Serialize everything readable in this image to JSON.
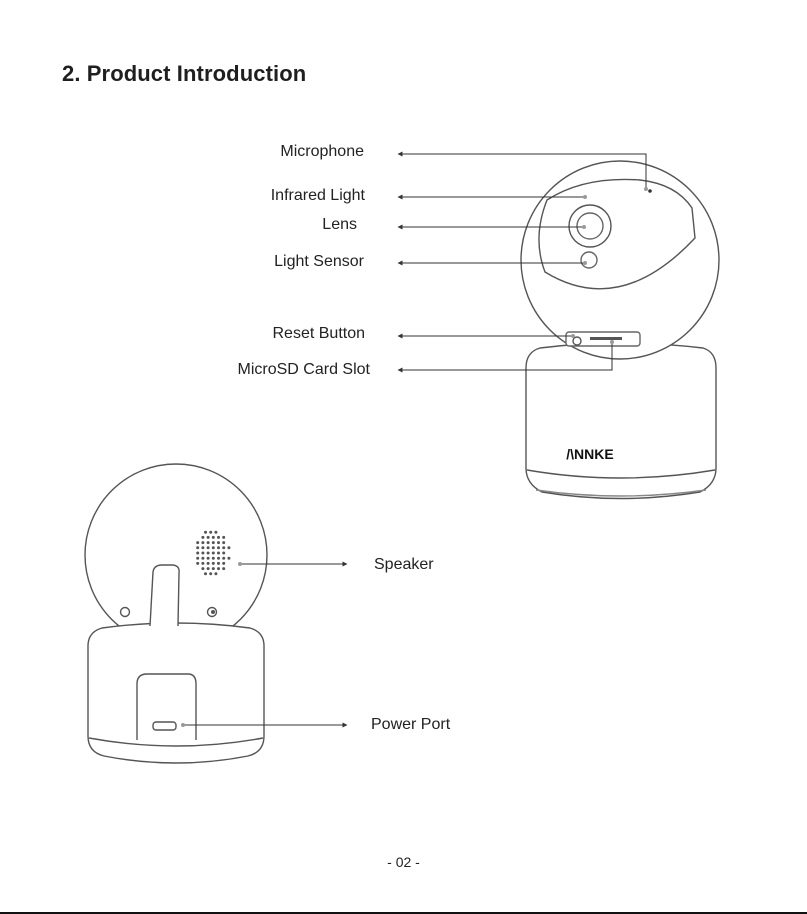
{
  "heading": "2. Product Introduction",
  "brand": "/\\NNKE",
  "labels": {
    "microphone": "Microphone",
    "infrared_light": "Infrared Light",
    "lens": "Lens",
    "light_sensor": "Light Sensor",
    "reset_button": "Reset Button",
    "microsd_card_slot": "MicroSD Card Slot",
    "speaker": "Speaker",
    "power_port": "Power Port"
  },
  "page_number": "- 02 -"
}
